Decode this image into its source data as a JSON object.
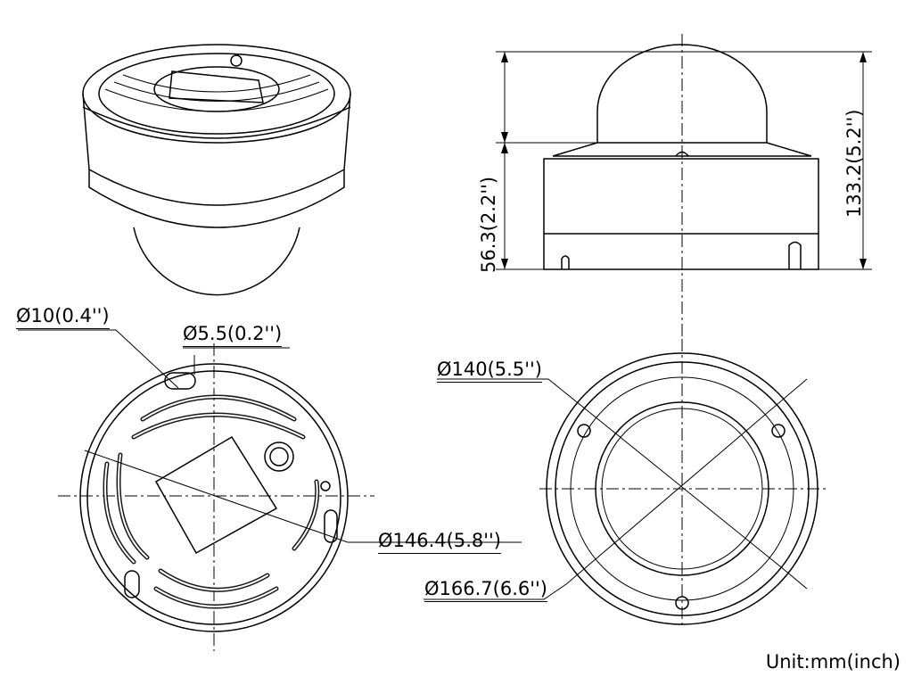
{
  "dimensions": {
    "mount_hole_large": "Ø10(0.4'')",
    "mount_hole_small": "Ø5.5(0.2'')",
    "mount_base_diameter": "Ø146.4(5.8'')",
    "overall_diameter": "Ø166.7(6.6'')",
    "screw_circle_diameter": "Ø140(5.5'')",
    "base_height": "56.3(2.2'')",
    "overall_height": "133.2(5.2'')"
  },
  "unit_label": "Unit:mm(inch)"
}
